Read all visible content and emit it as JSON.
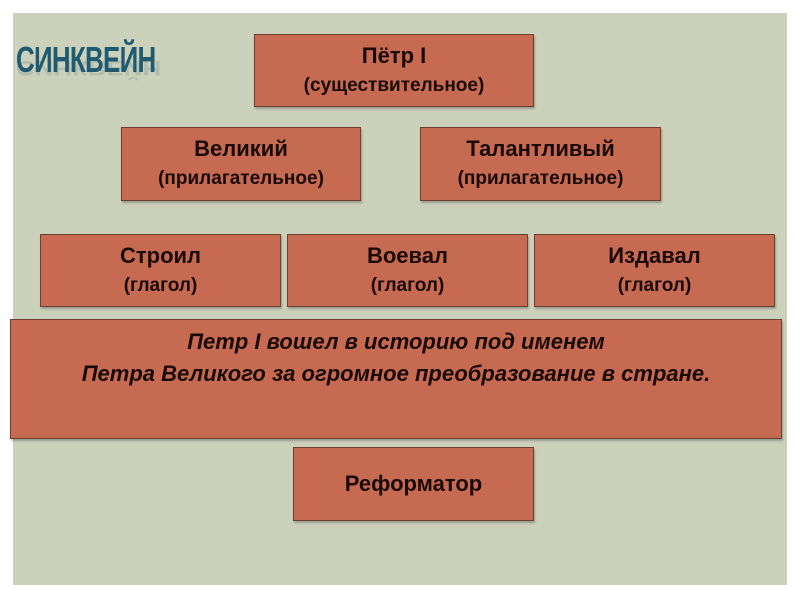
{
  "title": "СИНКВЕЙН",
  "colors": {
    "background": "#ccd1bb",
    "box": "#c66a52",
    "border": "#6b4030",
    "title": "#1f5a70"
  },
  "noun": {
    "word": "Пётр I",
    "role": "(существительное)"
  },
  "adjectives": [
    {
      "word": "Великий",
      "role": "(прилагательное)"
    },
    {
      "word": "Талантливый",
      "role": "(прилагательное)"
    }
  ],
  "verbs": [
    {
      "word": "Строил",
      "role": "(глагол)"
    },
    {
      "word": "Воевал",
      "role": "(глагол)"
    },
    {
      "word": "Издавал",
      "role": "(глагол)"
    }
  ],
  "sentence": {
    "line1": "Петр I вошел в историю под именем",
    "line2": "Петра Великого за огромное преобразование в стране."
  },
  "summary": "Реформатор"
}
